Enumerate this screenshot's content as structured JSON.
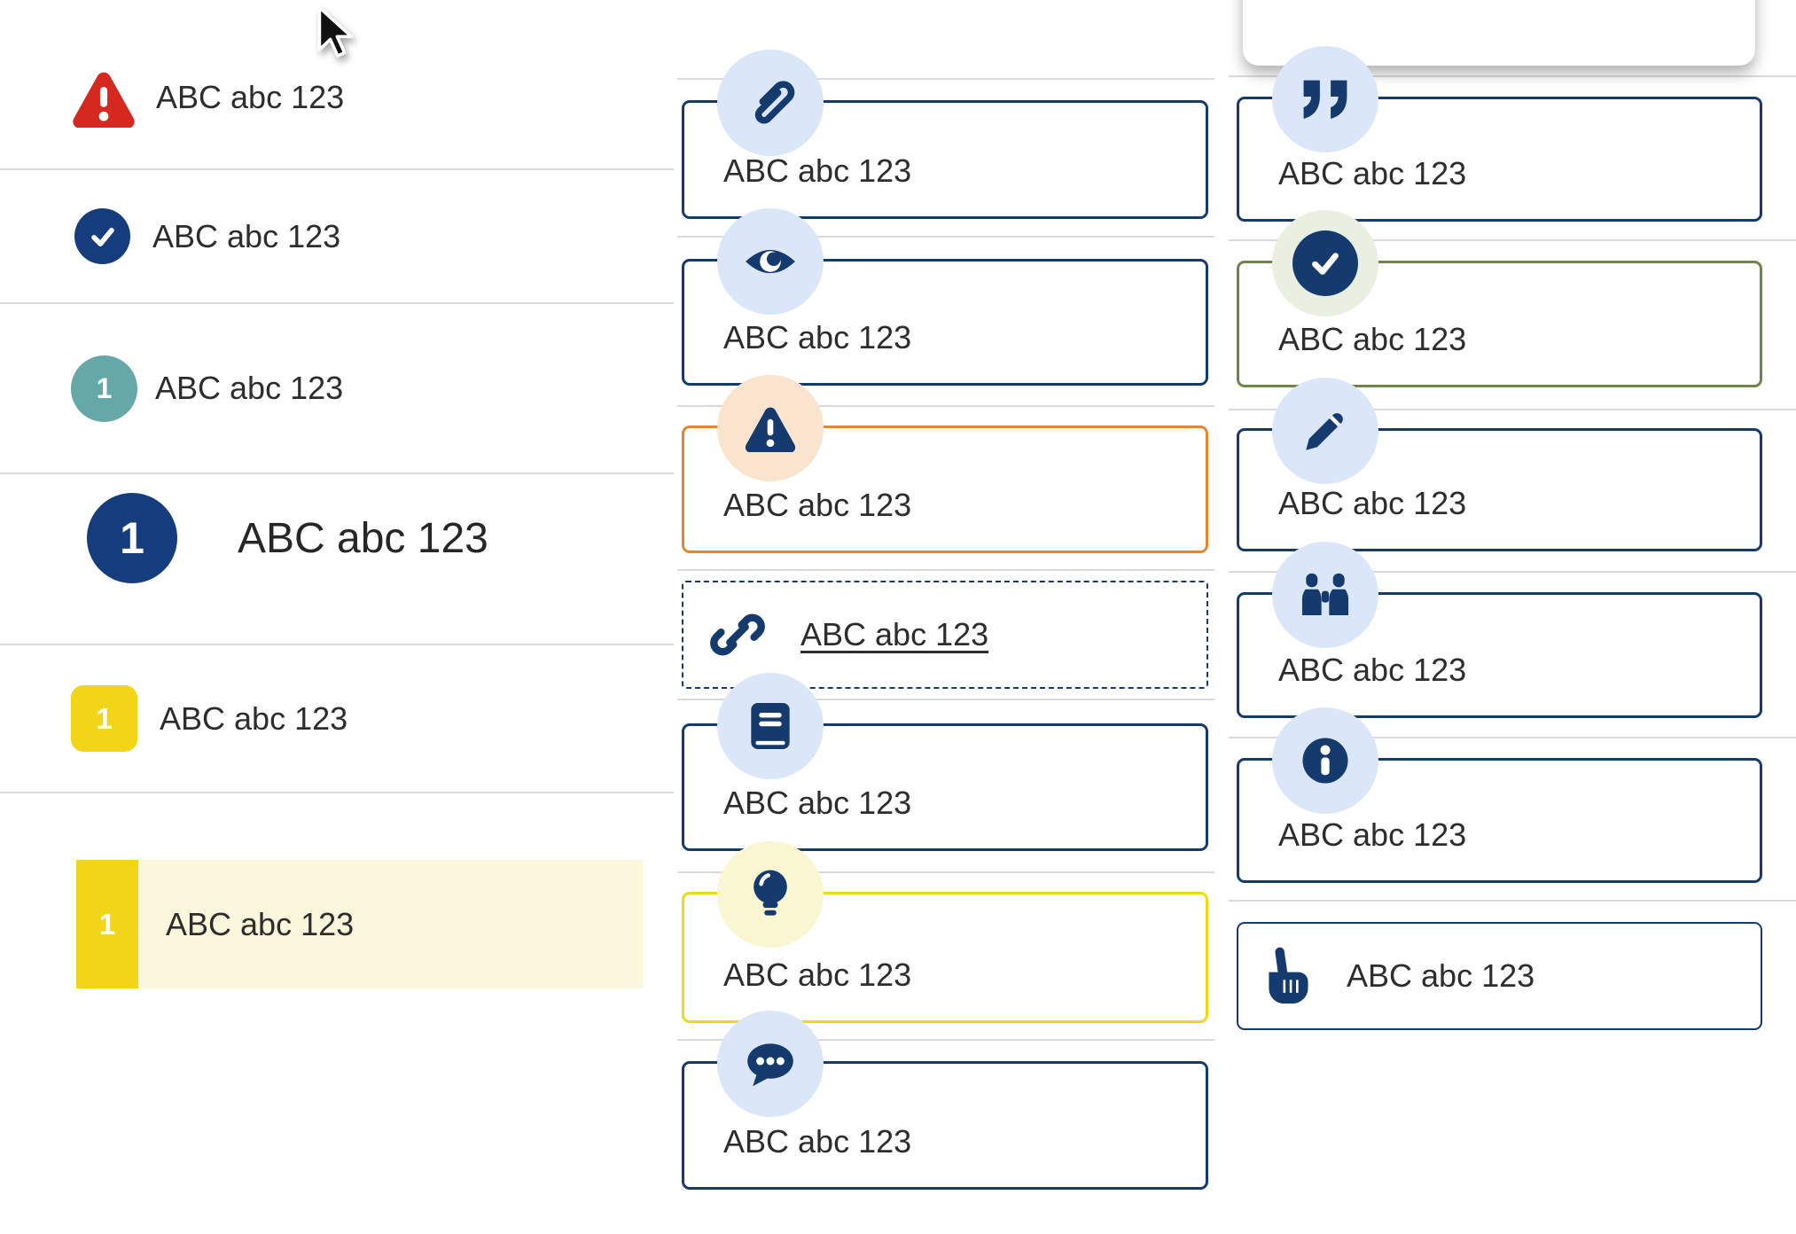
{
  "colors": {
    "navy": "#143a6e",
    "left_circle_navy": "#153c7d",
    "red": "#d5281f",
    "teal": "#66a8a8",
    "yellow_badge": "#f2d418",
    "yellow_border": "#f0d812",
    "highlight_bg": "#fbf7dc",
    "circle_blue": "#dbe7f8",
    "circle_peach": "#fbe4cd",
    "circle_cream": "#faf6d2",
    "circle_sage": "#e9efe1",
    "orange_border": "#e2862f",
    "green_border": "#6f8447",
    "divider": "#dadada",
    "text": "#2d2d2d"
  },
  "cursor": {
    "visible": true,
    "shape": "arrow"
  },
  "left_list": {
    "items": [
      {
        "icon": "alert-triangle",
        "label": "ABC abc 123"
      },
      {
        "icon": "check-circle",
        "label": "ABC abc 123"
      },
      {
        "icon": "number-circle-teal",
        "badge": "1",
        "label": "ABC abc 123"
      },
      {
        "icon": "number-circle-large",
        "badge": "1",
        "label": "ABC abc 123"
      },
      {
        "icon": "number-square-yellow",
        "badge": "1",
        "label": "ABC abc 123"
      },
      {
        "icon": "number-bar-yellow",
        "badge": "1",
        "label": "ABC abc 123",
        "highlighted": true
      }
    ]
  },
  "middle_callouts": [
    {
      "icon": "paperclip",
      "variant": "navy",
      "label": "ABC abc 123"
    },
    {
      "icon": "eye",
      "variant": "navy",
      "label": "ABC abc 123"
    },
    {
      "icon": "alert-triangle",
      "variant": "orange",
      "label": "ABC abc 123"
    },
    {
      "icon": "link",
      "variant": "dashed-link",
      "label": "ABC abc 123"
    },
    {
      "icon": "book",
      "variant": "navy",
      "label": "ABC abc 123"
    },
    {
      "icon": "lightbulb",
      "variant": "yellow",
      "label": "ABC abc 123"
    },
    {
      "icon": "chat",
      "variant": "navy",
      "label": "ABC abc 123"
    }
  ],
  "right_callouts": [
    {
      "icon": "quote",
      "variant": "navy",
      "label": "ABC abc 123"
    },
    {
      "icon": "check-circle",
      "variant": "green",
      "label": "ABC abc 123"
    },
    {
      "icon": "pencil",
      "variant": "navy",
      "label": "ABC abc 123"
    },
    {
      "icon": "binoculars",
      "variant": "navy",
      "label": "ABC abc 123"
    },
    {
      "icon": "info",
      "variant": "navy",
      "label": "ABC abc 123"
    },
    {
      "icon": "pointing-hand",
      "variant": "navy-thin",
      "label": "ABC abc 123"
    }
  ]
}
